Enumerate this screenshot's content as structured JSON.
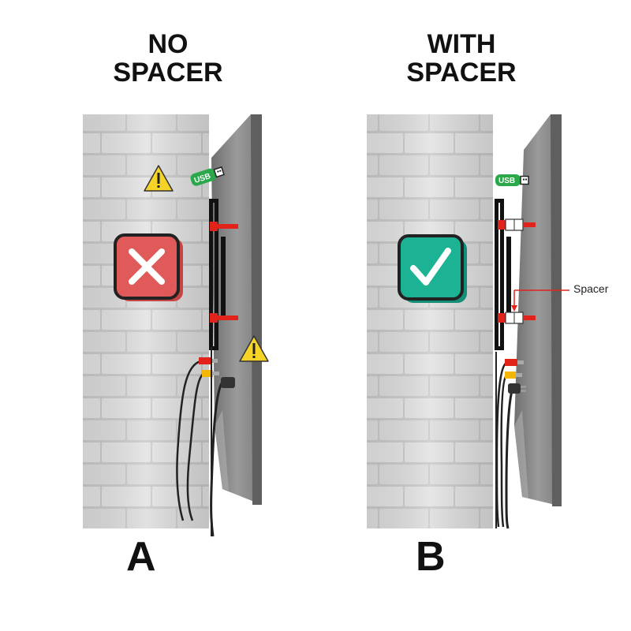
{
  "panels": [
    {
      "title_line1": "NO",
      "title_line2": "SPACER",
      "letter": "A",
      "status_icon": "x-icon"
    },
    {
      "title_line1": "WITH",
      "title_line2": "SPACER",
      "letter": "B",
      "status_icon": "check-icon"
    }
  ],
  "labels": {
    "usb": "USB",
    "spacer": "Spacer"
  },
  "colors": {
    "wrong": "#e05a5a",
    "right": "#1cb394",
    "warning": "#f5d327",
    "usb": "#2aa84a",
    "bracket_screw": "#e2231a",
    "tv": "#8a8a8a",
    "brick_wall": "#d4d4d4"
  },
  "icons": [
    "warning-icon",
    "x-icon",
    "check-icon",
    "usb-stick-icon",
    "power-plug-icon",
    "rca-cable-icon"
  ]
}
